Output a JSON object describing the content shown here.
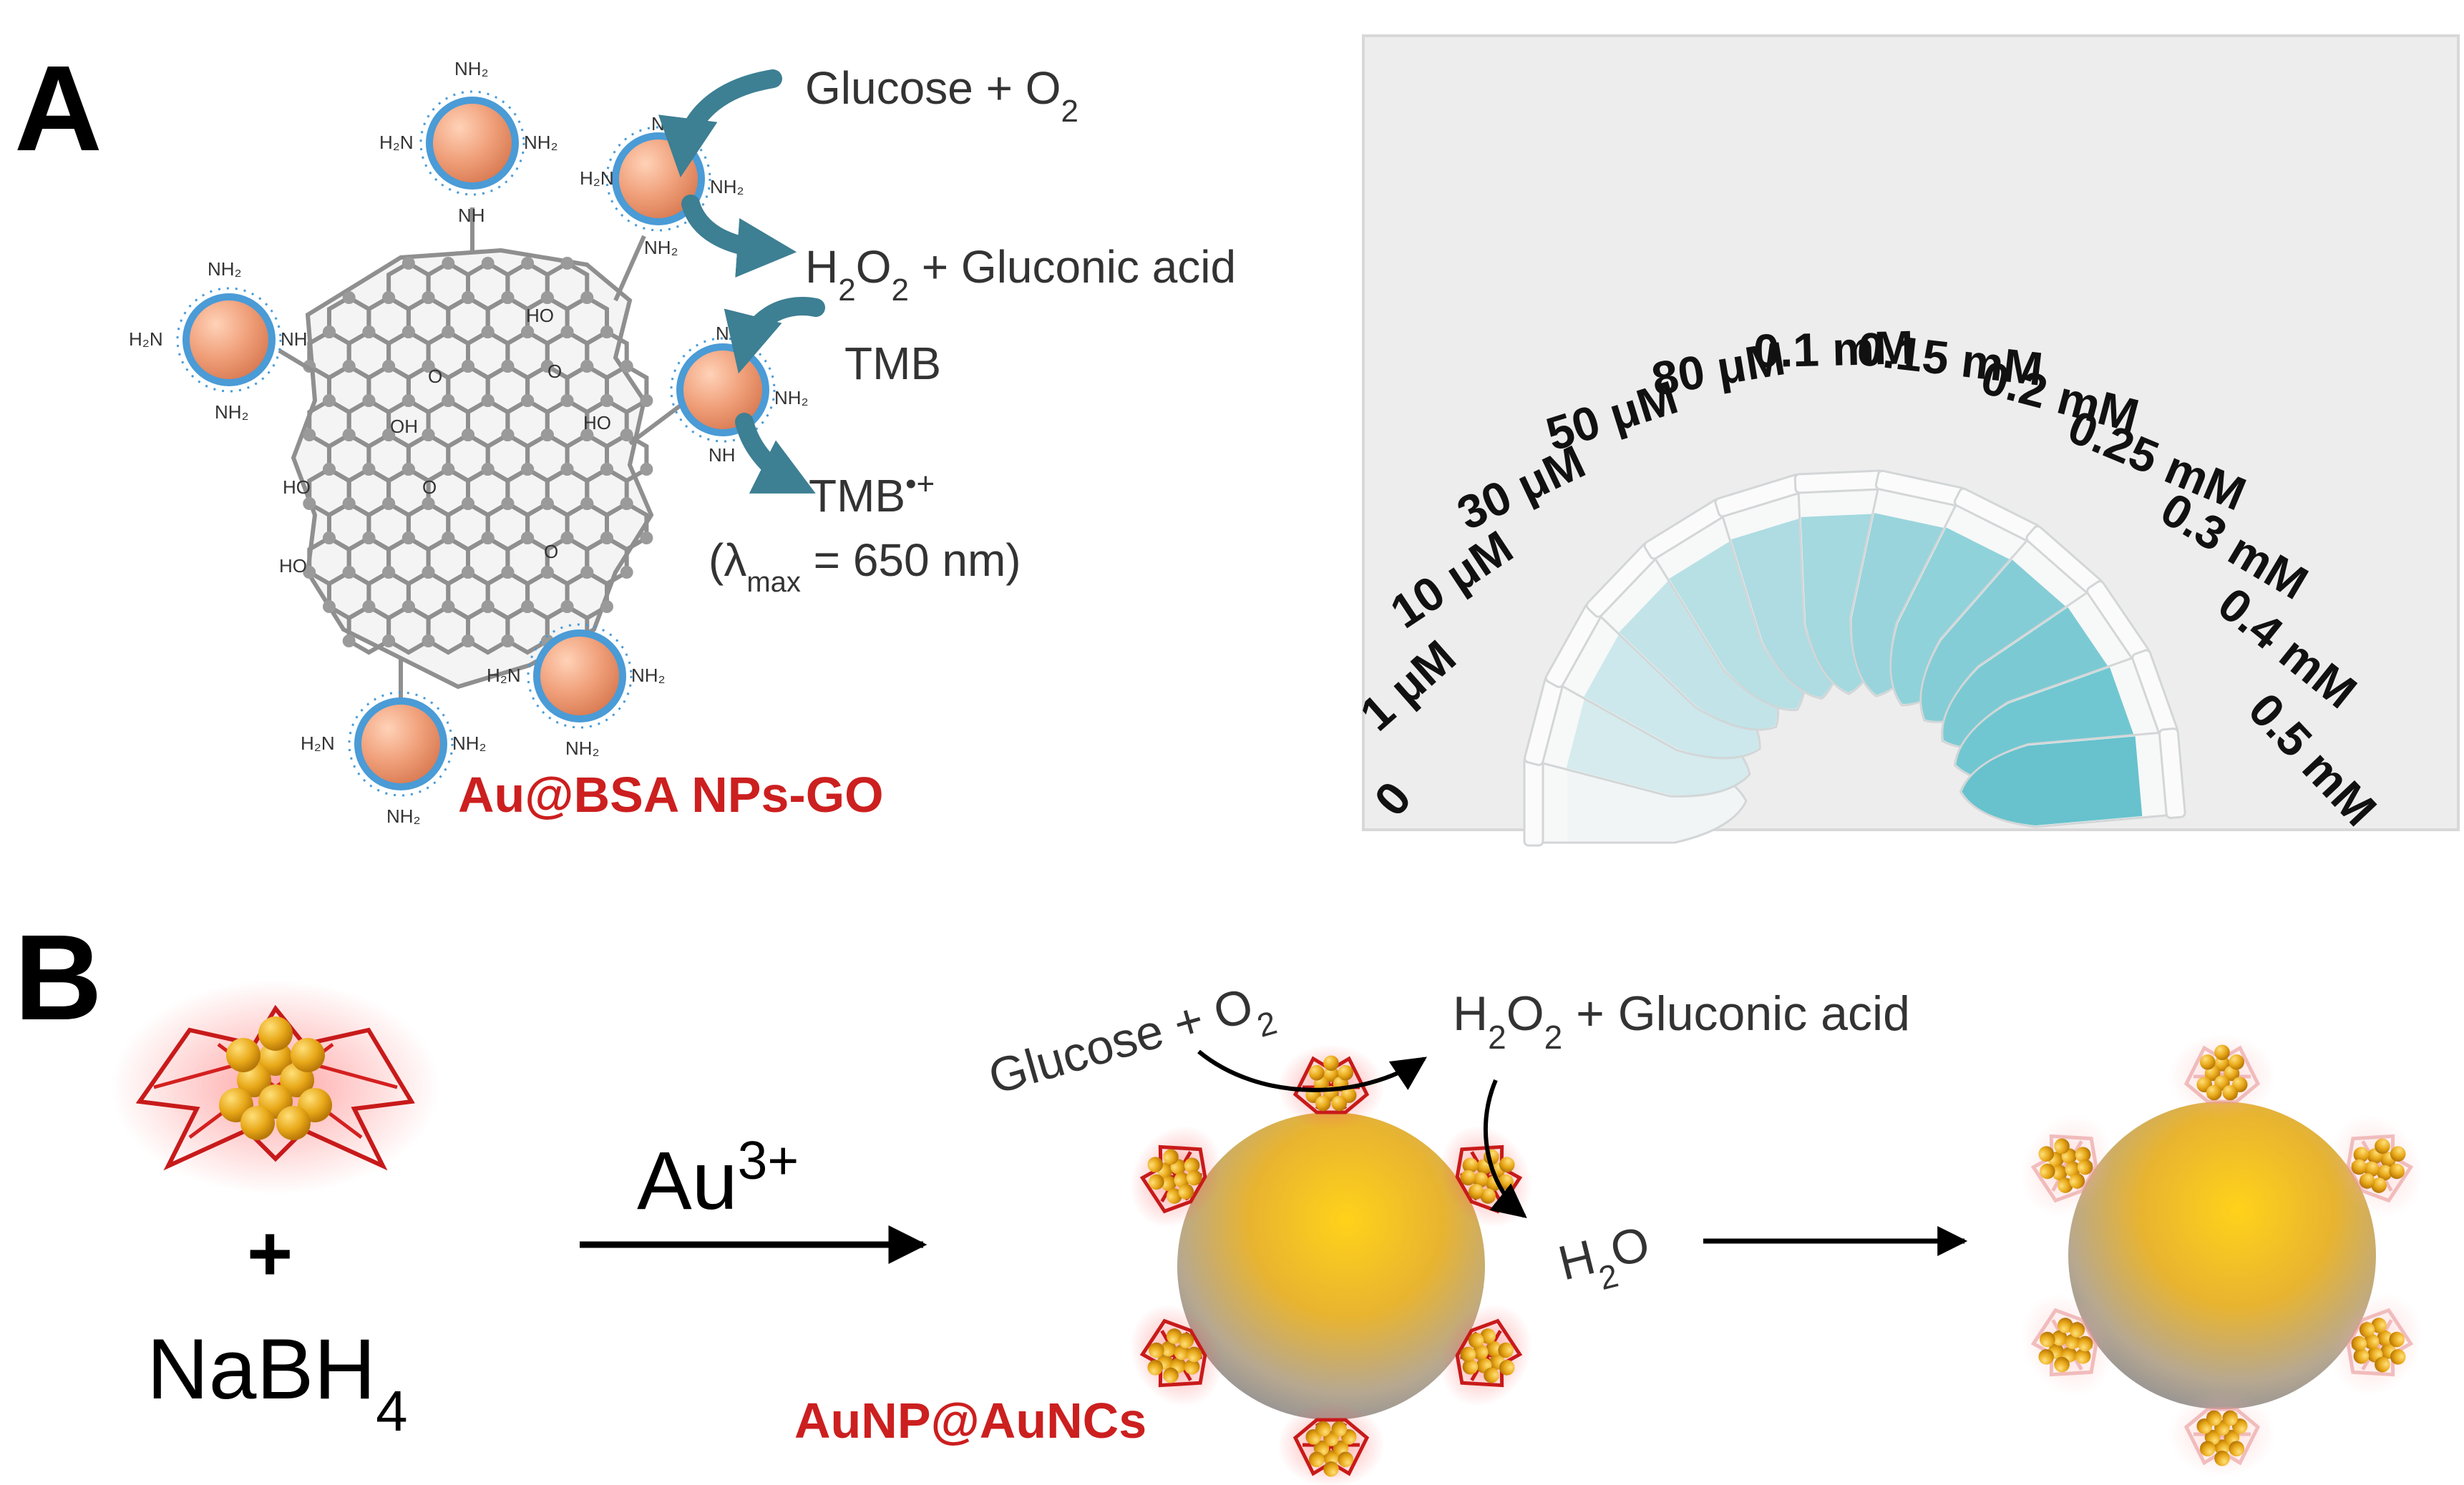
{
  "panel_a": {
    "letter": "A",
    "label": "Au@BSA NPs-GO",
    "reaction": {
      "line1": {
        "base": "Glucose + O",
        "sub": "2"
      },
      "line2": {
        "pre": "H",
        "sub1": "2",
        "mid": "O",
        "sub2": "2",
        "post": " + Gluconic acid"
      },
      "line3": "TMB",
      "line4": {
        "base": "TMB",
        "sup": "•+"
      },
      "line5": {
        "pre": "(λ",
        "sub": "max",
        "post": " = 650 nm)"
      }
    },
    "groups": {
      "nh2": "NH₂",
      "h2n": "H₂N",
      "nh": "NH",
      "ho": "HO",
      "oh": "OH",
      "o": "O"
    },
    "concentrations": [
      "0",
      "1 μM",
      "10 μM",
      "30 μM",
      "50 μM",
      "80 μM",
      "0.1 mM",
      "0.15 mM",
      "0.2 mM",
      "0.25 mM",
      "0.3 mM",
      "0.4 mM",
      "0.5 mM"
    ],
    "colors": {
      "particle": "#f0a07a",
      "shell": "#4a9bd6",
      "arrow": "#3d7f93",
      "label": "#cc1f1f",
      "solution": "#7cc8d0"
    }
  },
  "panel_b": {
    "letter": "B",
    "plus": "+",
    "reductant": {
      "base": "NaBH",
      "sub": "4"
    },
    "reagent": {
      "base": "Au",
      "sup": "3+"
    },
    "label": "AuNP@AuNCs",
    "reaction": {
      "substrate": {
        "base": "Glucose + O",
        "sub": "2"
      },
      "product": {
        "pre": "H",
        "sub1": "2",
        "mid": "O",
        "sub2": "2",
        "post": " + Gluconic acid"
      },
      "water": {
        "pre": "H",
        "sub": "2",
        "post": "O"
      }
    },
    "colors": {
      "gold": "#e8b020",
      "cluster": "#d42020",
      "label": "#cc1f1f"
    }
  }
}
